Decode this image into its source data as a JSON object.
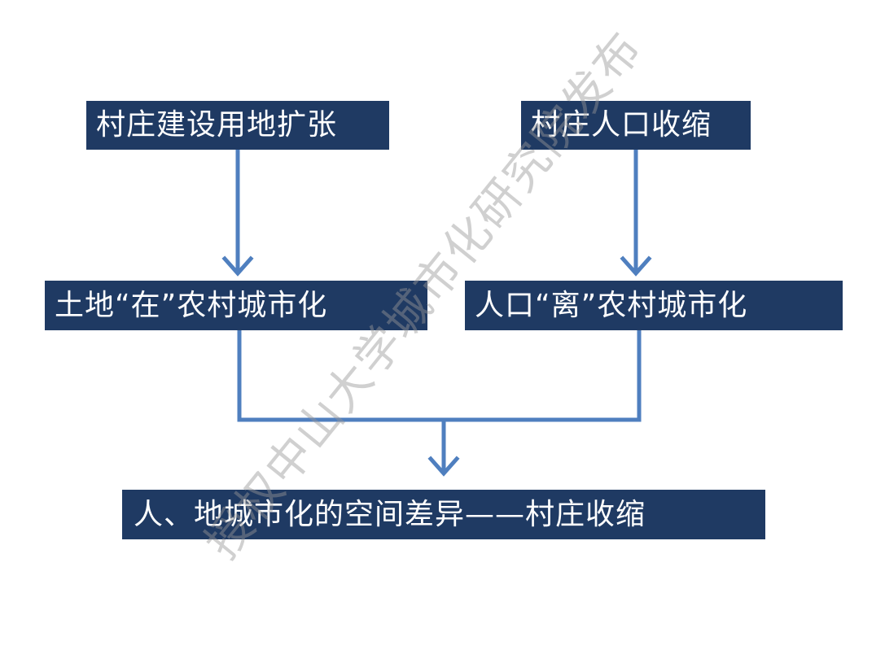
{
  "boxes": {
    "village_land_expansion": "村庄建设用地扩张",
    "village_population_shrink": "村庄人口收缩",
    "land_urbanization": "土地“在”农村城市化",
    "population_urbanization": "人口“离”农村城市化",
    "result": "人、地城市化的空间差异——村庄收缩"
  },
  "watermark": "授权中山大学城市化研究院发布",
  "colors": {
    "box_fill": "#1f3a63",
    "box_text": "#ffffff",
    "connector": "#4f7fbf"
  }
}
